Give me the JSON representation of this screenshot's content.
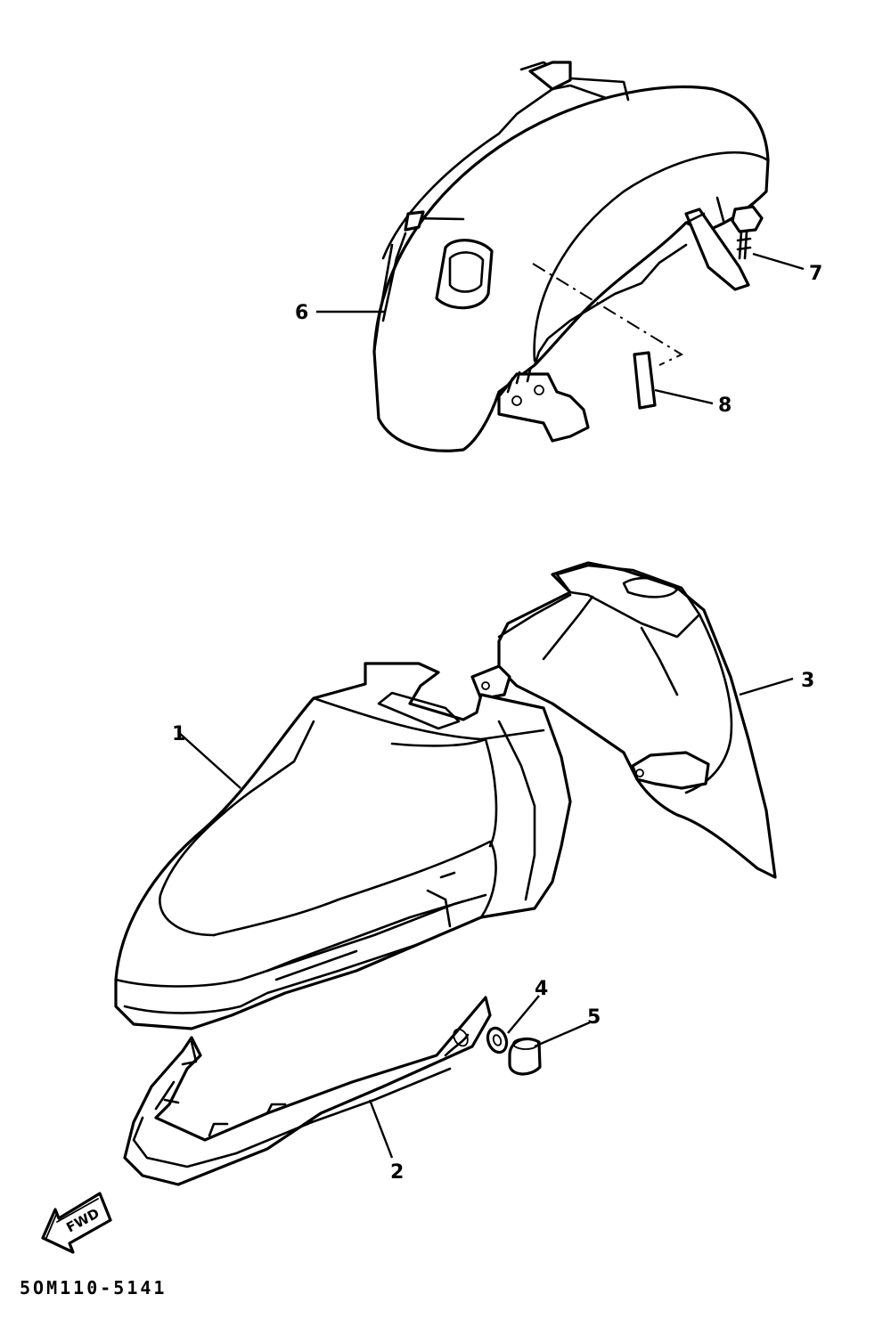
{
  "diagram_code": "5OM110-5141",
  "fwd_label": "FWD",
  "callouts": {
    "c1": "1",
    "c2": "2",
    "c3": "3",
    "c4": "4",
    "c5": "5",
    "c6": "6",
    "c7": "7",
    "c8": "8"
  }
}
